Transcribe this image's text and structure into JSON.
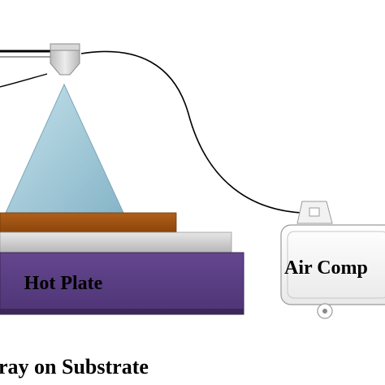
{
  "hot_plate": {
    "label": "Hot Plate"
  },
  "compressor": {
    "label": "Air Comp"
  },
  "caption": {
    "text": "ray on Substrate"
  },
  "colors": {
    "cone_fill": "#9fc9d9",
    "substrate": "#a0520e",
    "glass": "#c4c4c4",
    "hot_plate": "#5c3f86",
    "hot_plate_dark": "#3c2758",
    "nozzle": "#cfcfcf",
    "compressor_body": "#f5f5f5",
    "outline": "#9a9a9a",
    "hose": "#000000"
  },
  "icons": {
    "nozzle": "spray-nozzle-icon",
    "compressor": "air-compressor-icon",
    "wheel": "wheel-icon"
  }
}
